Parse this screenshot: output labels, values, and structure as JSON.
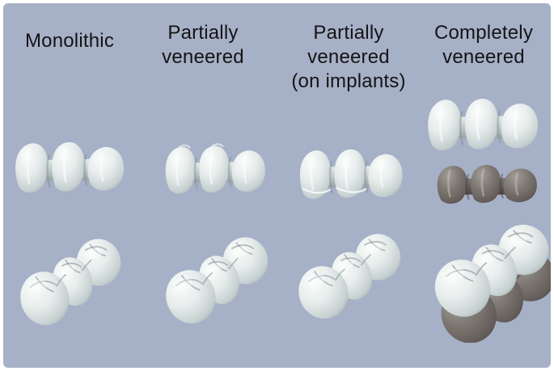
{
  "figure": {
    "background_color": "#a6b0c7",
    "frame_color": "#ffffff",
    "text_color": "#141414",
    "columns": [
      {
        "id": "monolithic",
        "label": "Monolithic"
      },
      {
        "id": "partially-veneered",
        "label": "Partially\nveneered"
      },
      {
        "id": "partially-veneered-implants",
        "label": "Partially\nveneered\n(on implants)"
      },
      {
        "id": "completely-veneered",
        "label": "Completely\nveneered"
      }
    ],
    "materials": {
      "ceramic": {
        "highlight": "#fafdfc",
        "mid": "#e7edec",
        "shade": "#c6d0d1",
        "edge": "#98a3a7",
        "groove": "#7f8b8e",
        "ridge": "#ffffff"
      },
      "framework": {
        "highlight": "#a39d98",
        "mid": "#7e7873",
        "shade": "#655e5a",
        "edge": "#4d4744",
        "groove": "#3f3935",
        "ridge": "#c8c2bd"
      }
    }
  }
}
